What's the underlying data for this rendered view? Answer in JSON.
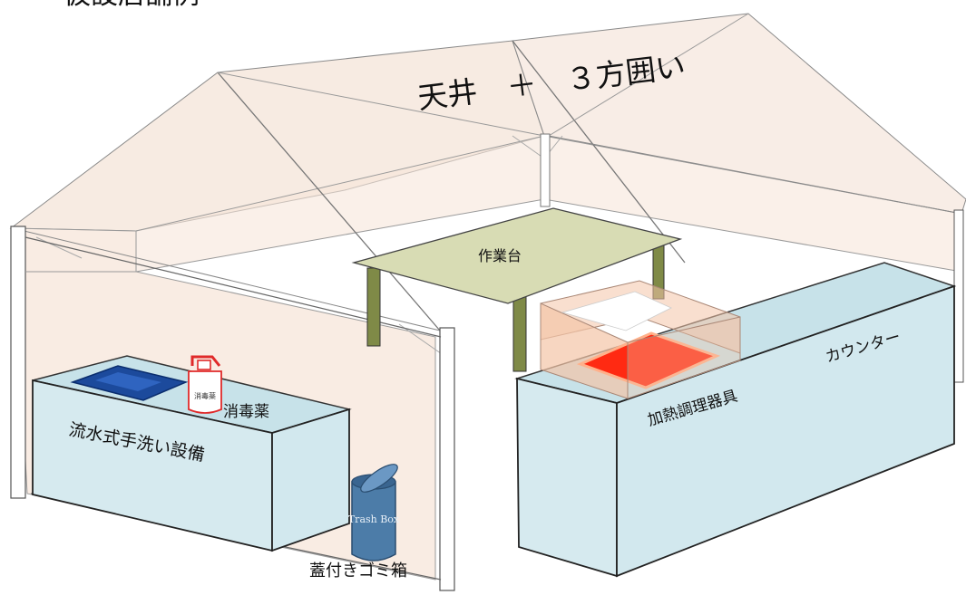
{
  "header": {
    "title_partial": "仮設店舗例"
  },
  "labels": {
    "roof": "天井　＋　３方囲い",
    "work_table": "作業台",
    "sanitizer": "消毒薬",
    "sanitizer_bottle": "消毒薬",
    "handwash": "流水式手洗い設備",
    "trash_bin": "Trash Box",
    "trash_caption": "蓋付きゴミ箱",
    "heater": "加熱調理器具",
    "counter": "カウンター"
  },
  "colors": {
    "wall_tint": "#f7e6da",
    "roof_tint": "#f4e4d8",
    "table_top": "#d8dcb4",
    "table_leg": "#7f8a47",
    "counter_front": "#d6eaef",
    "counter_top": "#c7e2e9",
    "sink": "#1c4a9c",
    "heater_red": "#ff2a12",
    "heater_glass": "#f4c4a7",
    "bin": "#4c7ca8"
  }
}
